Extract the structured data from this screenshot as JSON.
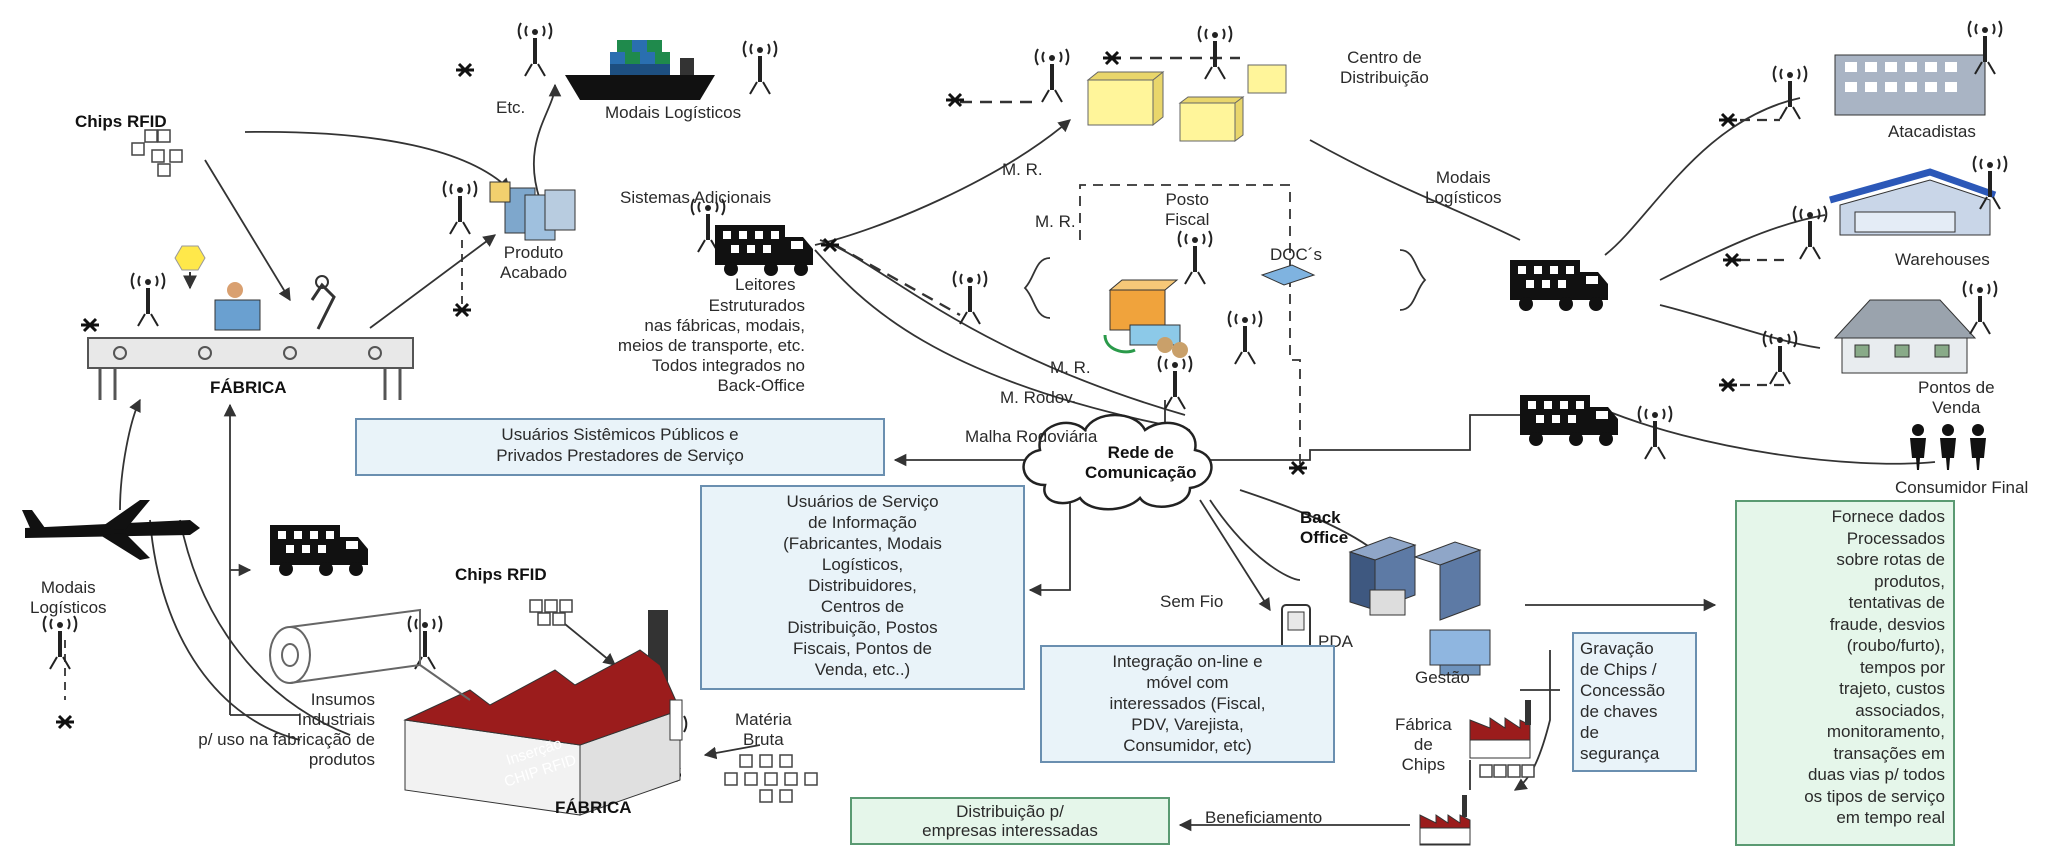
{
  "labels": {
    "chips_rfid_top": "Chips RFID",
    "fabrica_top": "FÁBRICA",
    "etc": "Etc.",
    "modais_logisticos_ship": "Modais Logísticos",
    "produto_acabado": [
      "Produto",
      "Acabado"
    ],
    "sistemas_adicionais": "Sistemas Adicionais",
    "leitores": "Leitores",
    "leitores_desc": [
      "Estruturados",
      "nas fábricas, modais,",
      "meios de transporte, etc.",
      "Todos integrados no",
      "Back-Office"
    ],
    "mr_1": "M. R.",
    "mr_2": "M. R.",
    "mr_3": "M. R.",
    "m_rodov": "M. Rodov.",
    "malha_rodoviaria": "Malha Rodoviária",
    "posto_fiscal": [
      "Posto",
      "Fiscal"
    ],
    "docs": "DOC´s",
    "centro_distribuicao": [
      "Centro de",
      "Distribuição"
    ],
    "modais_logisticos_right": [
      "Modais",
      "Logísticos"
    ],
    "atacadistas": "Atacadistas",
    "warehouses": "Warehouses",
    "pontos_venda": [
      "Pontos de",
      "Venda"
    ],
    "consumidor_final": "Consumidor Final",
    "rede_comunicacao": [
      "Rede de",
      "Comunicação"
    ],
    "back_office": [
      "Back",
      "Office"
    ],
    "sem_fio": "Sem Fio",
    "pda": "PDA",
    "gestao": "Gestão",
    "fabrica_chips": [
      "Fábrica",
      "de",
      "Chips"
    ],
    "beneficiamento": "Beneficiamento",
    "materia_bruta": [
      "Matéria",
      "Bruta"
    ],
    "chips_rfid_bottom": "Chips RFID",
    "fabrica_bottom": "FÁBRICA",
    "insercao_chip": [
      "Inserção",
      "CHIP RFID"
    ],
    "modais_logisticos_left": [
      "Modais",
      "Logísticos"
    ],
    "insumos": [
      "Insumos",
      "Industriais",
      "p/ uso na fabricação de",
      "produtos"
    ]
  },
  "boxes": {
    "usuarios_sistemicos": [
      "Usuários Sistêmicos Públicos e",
      "Privados Prestadores de Serviço"
    ],
    "usuarios_servico": [
      "Usuários de Serviço",
      "de Informação",
      "(Fabricantes, Modais",
      "Logísticos,",
      "Distribuidores,",
      "Centros de",
      "Distribuição, Postos",
      "Fiscais, Pontos de",
      "Venda, etc..)"
    ],
    "integracao": [
      "Integração on-line e",
      "móvel com",
      "interessados (Fiscal,",
      "PDV, Varejista,",
      "Consumidor, etc)"
    ],
    "gravacao": [
      "Gravação",
      "de Chips /",
      "Concessão",
      "de chaves",
      "de",
      "segurança"
    ],
    "distribuicao": [
      "Distribuição p/",
      "empresas interessadas"
    ],
    "fornece_dados": [
      "Fornece dados",
      "Processados",
      "sobre rotas de",
      "produtos,",
      "tentativas de",
      "fraude, desvios",
      "(roubo/furto),",
      "tempos por",
      "trajeto, custos",
      "associados,",
      "monitoramento,",
      "transações em",
      "duas vias p/ todos",
      "os tipos de serviço",
      "em tempo real"
    ]
  },
  "colors": {
    "line": "#333333",
    "box_fill": "#e9f3f9",
    "box_border": "#6a8fb0",
    "green_fill": "#e5f6ea",
    "factory_roof": "#9b1c1c",
    "cd_boxes": "#fff59a",
    "truck": "#111111"
  },
  "icons": [
    "antenna-icon",
    "ship-icon",
    "truck-icon",
    "factory-icon",
    "building-icon",
    "warehouse-icon",
    "house-icon",
    "person-icon",
    "airplane-icon",
    "cloud-icon",
    "server-icon",
    "pda-icon",
    "lamp-icon",
    "worker-icon",
    "chip-icon",
    "box-icon",
    "document-icon",
    "roll-icon"
  ]
}
